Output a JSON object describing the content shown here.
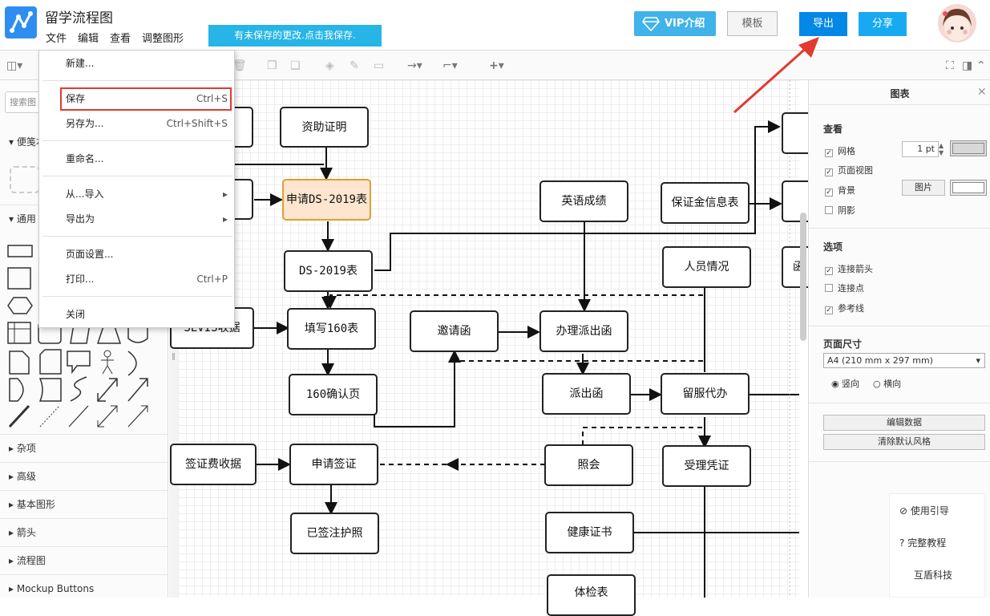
{
  "app": {
    "title": "留学流程图"
  },
  "menu": {
    "file": "文件",
    "edit": "编辑",
    "view": "查看",
    "adjust": "调整图形"
  },
  "notice": "有未保存的更改.点击我保存.",
  "header_buttons": {
    "vip": "VIP介绍",
    "template": "模板",
    "export": "导出",
    "share": "分享"
  },
  "file_menu": [
    {
      "label": "新建...",
      "shortcut": ""
    },
    {
      "label": "保存",
      "shortcut": "Ctrl+S"
    },
    {
      "label": "另存为...",
      "shortcut": "Ctrl+Shift+S"
    },
    {
      "label": "重命名...",
      "shortcut": ""
    },
    {
      "label": "从...导入",
      "shortcut": "▸"
    },
    {
      "label": "导出为",
      "shortcut": "▸"
    },
    {
      "label": "页面设置...",
      "shortcut": ""
    },
    {
      "label": "打印...",
      "shortcut": "Ctrl+P"
    },
    {
      "label": "关闭",
      "shortcut": ""
    }
  ],
  "sidebar": {
    "search_placeholder": "搜索图",
    "sections": [
      "便笺本",
      "通用",
      "杂项",
      "高级",
      "基本图形",
      "箭头",
      "流程图",
      "Mockup Buttons"
    ]
  },
  "panel": {
    "title": "图表",
    "view_heading": "查看",
    "grid": "网格",
    "grid_size": "1 pt",
    "page_view": "页面视图",
    "background": "背景",
    "image_button": "图片",
    "shadow": "阴影",
    "options_heading": "选项",
    "connection_arrows": "连接箭头",
    "connection_points": "连接点",
    "guides": "参考线",
    "page_size_heading": "页面尺寸",
    "page_size_value": "A4 (210 mm x 297 mm)",
    "portrait": "竖向",
    "landscape": "横向",
    "edit_data": "编辑数据",
    "clear_style": "清除默认风格",
    "help": [
      "使用引导",
      "完整教程",
      "互盾科技"
    ]
  },
  "nodes": {
    "n1": "资助证明",
    "n2": "申请DS-2019表",
    "n3": "DS-2019表",
    "n4": "SEVIS收据",
    "n5": "填写160表",
    "n6": "160确认页",
    "n7": "签证费收据",
    "n8": "申请签证",
    "n9": "已签注护照",
    "n10": "邀请函",
    "n11": "英语成绩",
    "n12": "办理派出函",
    "n13": "派出函",
    "n14": "照会",
    "n15": "健康证书",
    "n16": "体检表",
    "n17": "保证金信息表",
    "n18": "人员情况",
    "n19": "留服代办",
    "n20": "受理凭证",
    "n21": "函"
  },
  "colors": {
    "accent": "#0288e6",
    "notice": "#27b4e6",
    "highlight_node": "#fde5cf",
    "annotation_red": "#e23a2e"
  }
}
